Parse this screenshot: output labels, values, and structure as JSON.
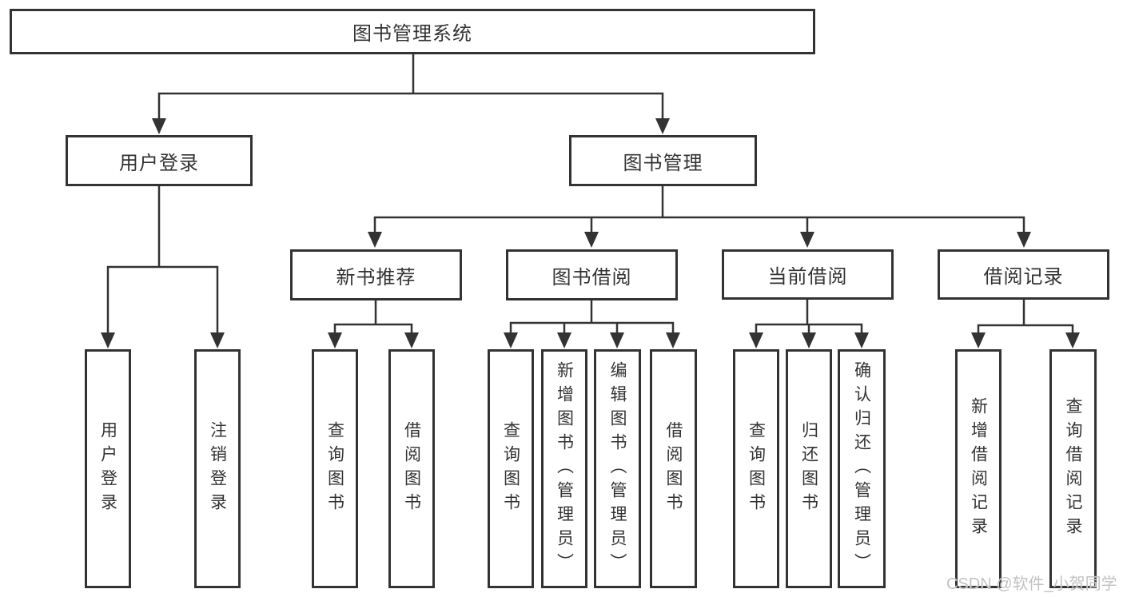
{
  "title": {
    "root_label": "图书管理系统"
  },
  "nodes": {
    "user_login": "用户登录",
    "book_management": "图书管理",
    "new_book_recommendation": "新书推荐",
    "book_borrowing": "图书借阅",
    "current_borrowing": "当前借阅",
    "borrowing_records": "借阅记录"
  },
  "leaves": {
    "user_login": "用户登录",
    "logout": "注销登录",
    "query_books_1": "查询图书",
    "borrow_books_1": "借阅图书",
    "query_books_2": "查询图书",
    "add_book_admin": "新增图书（管理员）",
    "edit_book_admin": "编辑图书（管理员）",
    "borrow_books_2": "借阅图书",
    "query_books_3": "查询图书",
    "return_book": "归还图书",
    "confirm_return_admin": "确认归还（管理员）",
    "add_borrow_record": "新增借阅记录",
    "query_borrow_record": "查询借阅记录"
  },
  "watermark": {
    "text": "CSDN @软件_小贺同学"
  },
  "colors": {
    "line": "#333333",
    "node_border": "#333333",
    "node_text": "#333333",
    "watermark_text": "#c2c2c2",
    "background": "#ffffff"
  }
}
